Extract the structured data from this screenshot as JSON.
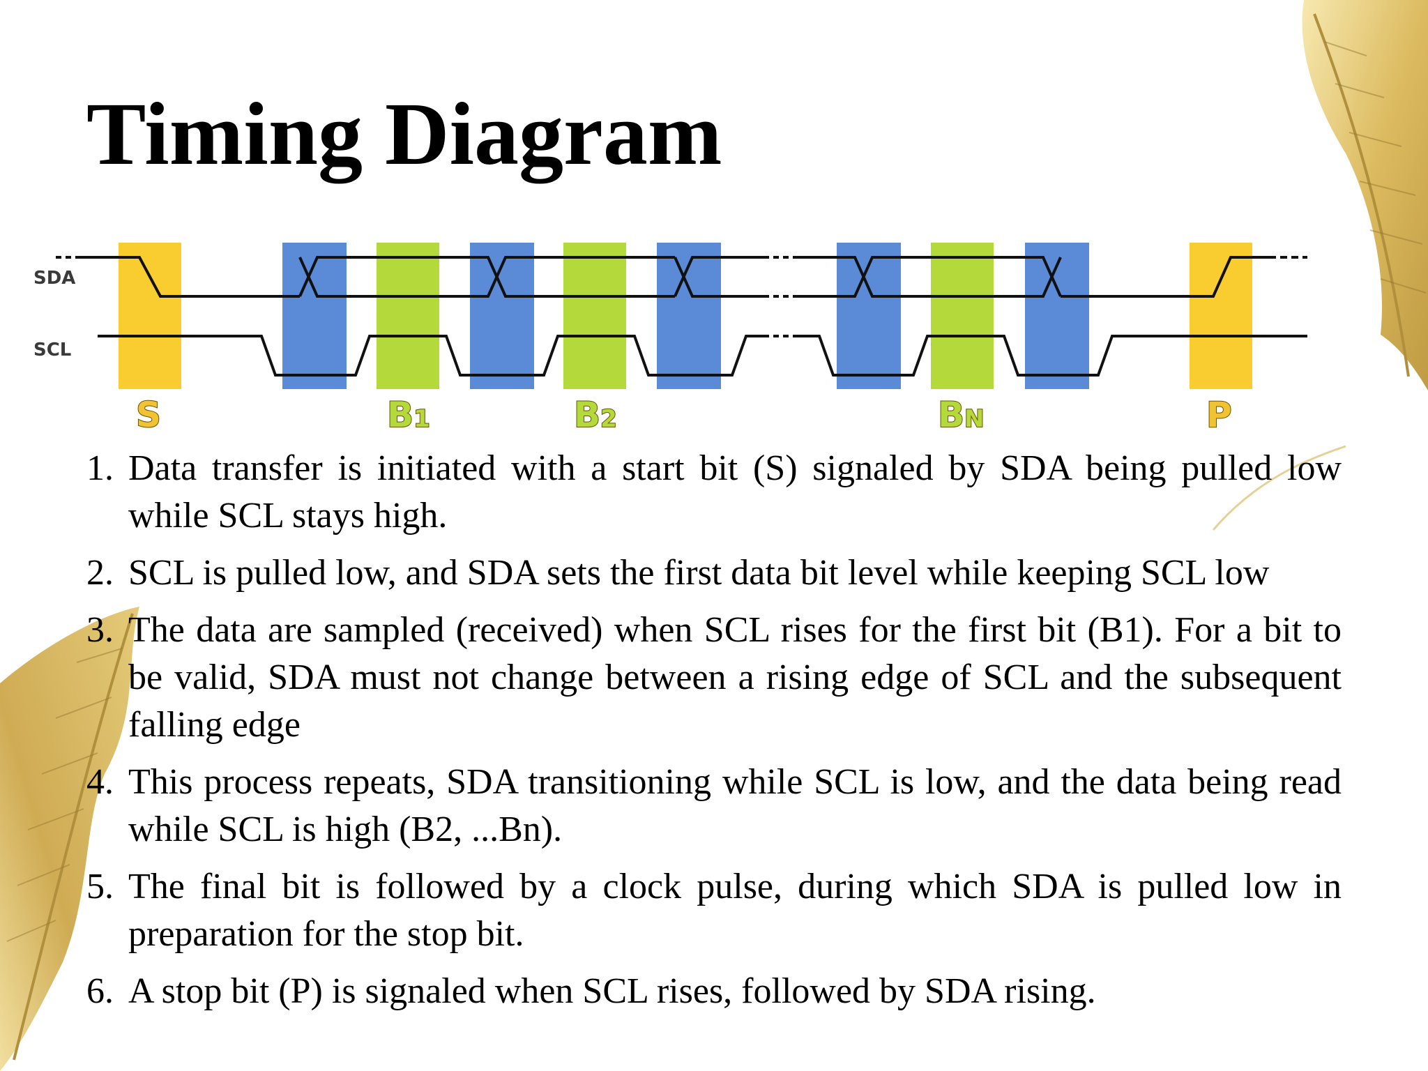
{
  "title": "Timing Diagram",
  "diagram": {
    "signals": [
      "SDA",
      "SCL"
    ],
    "bits": [
      {
        "label": "S",
        "sub": ""
      },
      {
        "label": "B",
        "sub": "1"
      },
      {
        "label": "B",
        "sub": "2"
      },
      {
        "label": "B",
        "sub": "N"
      },
      {
        "label": "P",
        "sub": ""
      }
    ],
    "colors": {
      "start_stop": "#f9cd2f",
      "data_bit": "#b4d93a",
      "transition": "#5b8bd6",
      "label_text": "#f1c232"
    }
  },
  "steps": [
    {
      "num": "1.",
      "text": "Data transfer is initiated with a start bit (S) signaled by SDA being pulled low while SCL stays high."
    },
    {
      "num": "2.",
      "text": "SCL is pulled low, and SDA sets the first data bit level while keeping SCL low"
    },
    {
      "num": "3.",
      "text": "The data are sampled (received) when SCL rises for the first bit (B1). For a bit to be valid, SDA must not change between a rising edge of SCL and the subsequent falling edge"
    },
    {
      "num": "4.",
      "text": "This process repeats, SDA transitioning while SCL is low, and the data being read while SCL is high (B2, ...Bn)."
    },
    {
      "num": "5.",
      "text": "The final bit is followed by a clock pulse, during which SDA is pulled low in preparation for the stop bit."
    },
    {
      "num": "6.",
      "text": "A stop bit (P) is signaled when SCL rises, followed by SDA rising."
    }
  ]
}
